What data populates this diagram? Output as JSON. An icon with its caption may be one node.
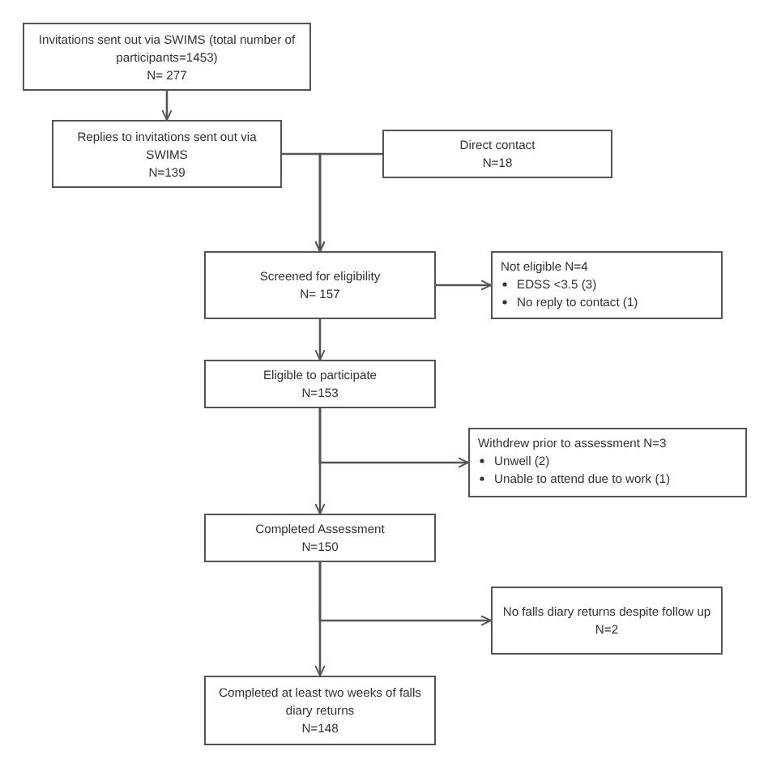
{
  "diagram": {
    "nodes": [
      {
        "text": [
          "Invitations sent out via SWIMS (total number of participants=1453)",
          "N= 277"
        ]
      },
      {
        "text": [
          "Replies to invitations sent out via SWIMS",
          "N=139"
        ]
      },
      {
        "text": [
          "Direct contact",
          "N=18"
        ]
      },
      {
        "text": [
          "Screened for eligibility",
          "N= 157"
        ]
      },
      {
        "text": [
          "Not eligible N=4",
          "EDSS <3.5 (3)",
          "No reply to contact (1)"
        ]
      },
      {
        "text": [
          "Eligible to participate",
          "N=153"
        ]
      },
      {
        "text": [
          "Withdrew prior to assessment N=3",
          "Unwell (2)",
          "Unable to attend due to work (1)"
        ]
      },
      {
        "text": [
          "Completed Assessment",
          "N=150"
        ]
      },
      {
        "text": [
          "No falls diary returns despite follow up",
          "N=2"
        ]
      },
      {
        "text": [
          "Completed at least two weeks of falls diary returns",
          "N=148"
        ]
      }
    ],
    "edges": [
      {
        "from": 0,
        "to": 1,
        "arrow": "to"
      },
      {
        "from": 1,
        "to": 3,
        "arrow": "to"
      },
      {
        "from": 2,
        "to": 3,
        "arrow": "to"
      },
      {
        "from": 3,
        "to": 4,
        "arrow": "to"
      },
      {
        "from": 3,
        "to": 5,
        "arrow": "to"
      },
      {
        "from": 5,
        "to": 7,
        "arrow": "to"
      },
      {
        "from": 5,
        "to": 6,
        "arrow": "to"
      },
      {
        "from": 7,
        "to": 9,
        "arrow": "to"
      },
      {
        "from": 7,
        "to": 8,
        "arrow": "to"
      }
    ]
  }
}
